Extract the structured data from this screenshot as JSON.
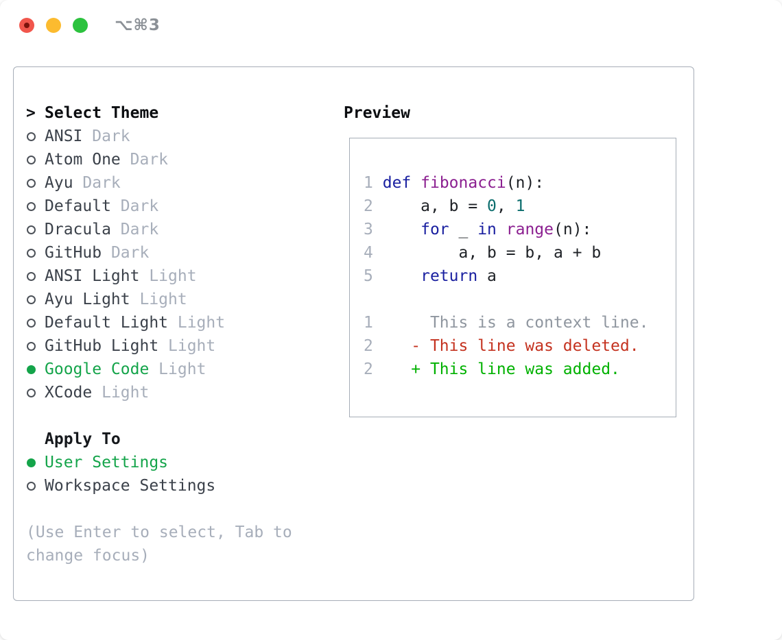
{
  "titlebar": {
    "title": "⌥⌘3"
  },
  "colors": {
    "traffic_red": "#f1564c",
    "traffic_red_dot": "#7c130b",
    "traffic_yellow": "#fcbb2f",
    "traffic_green": "#2cc23e",
    "title_gray": "#8b9096",
    "border_gray": "#a6adb7",
    "item_dark": "#3b414a",
    "muted_gray": "#a7aeba",
    "radio_ring": "#4c5158",
    "accent_green": "#14a44a",
    "syntax_keyword": "#1a20a0",
    "syntax_function": "#8b1f90",
    "syntax_literal": "#0b6d6d",
    "diff_context": "#8f969f",
    "diff_deleted": "#c4321f",
    "diff_added": "#00b100"
  },
  "theme_list": {
    "prompt": ">",
    "header": "Select Theme",
    "items": [
      {
        "name": "ANSI",
        "variant": "Dark",
        "selected": false
      },
      {
        "name": "Atom One",
        "variant": "Dark",
        "selected": false
      },
      {
        "name": "Ayu",
        "variant": "Dark",
        "selected": false
      },
      {
        "name": "Default",
        "variant": "Dark",
        "selected": false
      },
      {
        "name": "Dracula",
        "variant": "Dark",
        "selected": false
      },
      {
        "name": "GitHub",
        "variant": "Dark",
        "selected": false
      },
      {
        "name": "ANSI Light",
        "variant": "Light",
        "selected": false
      },
      {
        "name": "Ayu Light",
        "variant": "Light",
        "selected": false
      },
      {
        "name": "Default Light",
        "variant": "Light",
        "selected": false
      },
      {
        "name": "GitHub Light",
        "variant": "Light",
        "selected": false
      },
      {
        "name": "Google Code",
        "variant": "Light",
        "selected": true
      },
      {
        "name": "XCode",
        "variant": "Light",
        "selected": false
      }
    ]
  },
  "apply_to": {
    "header": "Apply To",
    "options": [
      {
        "label": "User Settings",
        "selected": true
      },
      {
        "label": "Workspace Settings",
        "selected": false
      }
    ]
  },
  "help_text": "(Use Enter to select, Tab to change focus)",
  "preview": {
    "header": "Preview",
    "code_lines": [
      [
        [
          "ln",
          "1"
        ],
        [
          "p",
          " "
        ],
        [
          "kw",
          "def"
        ],
        [
          "p",
          " "
        ],
        [
          "fn",
          "fibonacci"
        ],
        [
          "p",
          "(n):"
        ]
      ],
      [
        [
          "ln",
          "2"
        ],
        [
          "p",
          "     a, b = "
        ],
        [
          "lit",
          "0"
        ],
        [
          "p",
          ", "
        ],
        [
          "lit",
          "1"
        ]
      ],
      [
        [
          "ln",
          "3"
        ],
        [
          "p",
          "     "
        ],
        [
          "kw",
          "for"
        ],
        [
          "p",
          " _ "
        ],
        [
          "kw",
          "in"
        ],
        [
          "p",
          " "
        ],
        [
          "fn",
          "range"
        ],
        [
          "p",
          "(n):"
        ]
      ],
      [
        [
          "ln",
          "4"
        ],
        [
          "p",
          "         a, b = b, a + b"
        ]
      ],
      [
        [
          "ln",
          "5"
        ],
        [
          "p",
          "     "
        ],
        [
          "kw",
          "return"
        ],
        [
          "p",
          " a"
        ]
      ],
      [],
      [
        [
          "ln",
          "1"
        ],
        [
          "ctx",
          "      This is a context line."
        ]
      ],
      [
        [
          "ln",
          "2"
        ],
        [
          "p",
          "    "
        ],
        [
          "del",
          "- This line was deleted."
        ]
      ],
      [
        [
          "ln",
          "2"
        ],
        [
          "p",
          "    "
        ],
        [
          "add",
          "+ This line was added."
        ]
      ]
    ]
  }
}
